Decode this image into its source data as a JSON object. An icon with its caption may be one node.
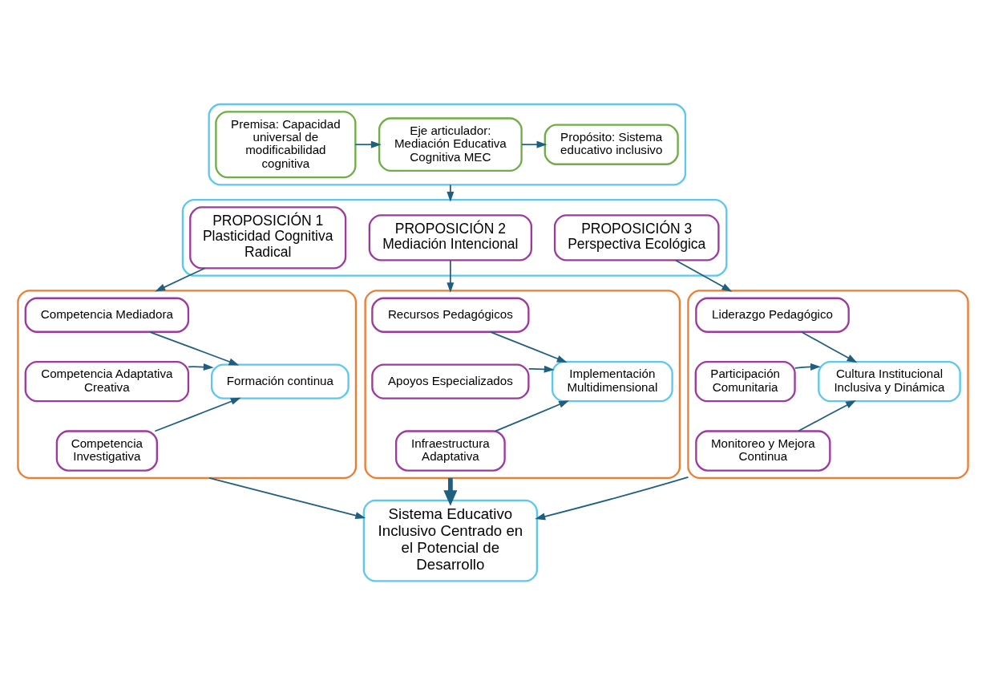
{
  "diagram": {
    "nodes": [
      {
        "text": [],
        "shape": "box"
      },
      {
        "text": [
          "Premisa: Capacidad universal de modificabilidad cognitiva"
        ],
        "in": 0
      },
      {
        "text": [
          "Eje articulador: Mediación Educativa Cognitiva MEC"
        ],
        "in": 0
      },
      {
        "text": [
          "Propósito: Sistema educativo inclusivo"
        ],
        "in": 0
      },
      {
        "text": [],
        "shape": "box"
      },
      {
        "text": [
          "PROPOSICIÓN 1",
          "Plasticidad Cognitiva Radical"
        ],
        "in": 4
      },
      {
        "text": [
          "PROPOSICIÓN 2",
          "Mediación Intencional"
        ],
        "in": 4
      },
      {
        "text": [
          "PROPOSICIÓN 3",
          "Perspectiva Ecológica"
        ],
        "in": 4
      },
      {
        "text": [],
        "shape": "box"
      },
      {
        "text": [
          "Competencia Mediadora"
        ],
        "in": 8
      },
      {
        "text": [
          "Competencia Adaptativa Creativa"
        ],
        "in": 8
      },
      {
        "text": [
          "Competencia Investigativa"
        ],
        "in": 8
      },
      {
        "text": [
          "Formación continua"
        ],
        "in": 8
      },
      {
        "text": [],
        "shape": "box"
      },
      {
        "text": [
          "Recursos Pedagógicos"
        ],
        "in": 13
      },
      {
        "text": [
          "Apoyos Especializados"
        ],
        "in": 13
      },
      {
        "text": [
          "Infraestructura Adaptativa"
        ],
        "in": 13
      },
      {
        "text": [
          "Implementación Multidimensional"
        ],
        "in": 13
      },
      {
        "text": [],
        "shape": "box"
      },
      {
        "text": [
          "Liderazgo Pedagógico"
        ],
        "in": 18
      },
      {
        "text": [
          "Participación Comunitaria"
        ],
        "in": 18
      },
      {
        "text": [
          "Monitoreo y Mejora Continua"
        ],
        "in": 18
      },
      {
        "text": [
          "Cultura Institucional Inclusiva y Dinámica"
        ],
        "in": 18
      },
      {
        "text": [
          "Sistema Educativo Inclusivo Centrado en el Potencial de Desarrollo"
        ]
      }
    ],
    "edges": [
      {
        "from": 1,
        "to": 2,
        "arrow": "to"
      },
      {
        "from": 2,
        "to": 3,
        "arrow": "to"
      },
      {
        "from": 0,
        "to": 4,
        "arrow": "to"
      },
      {
        "from": 5,
        "to": 8,
        "arrow": "to"
      },
      {
        "from": 6,
        "to": 13,
        "arrow": "to"
      },
      {
        "from": 7,
        "to": 18,
        "arrow": "to"
      },
      {
        "from": 9,
        "to": 12,
        "arrow": "to"
      },
      {
        "from": 10,
        "to": 12,
        "arrow": "to"
      },
      {
        "from": 11,
        "to": 12,
        "arrow": "to"
      },
      {
        "from": 14,
        "to": 17,
        "arrow": "to"
      },
      {
        "from": 15,
        "to": 17,
        "arrow": "to"
      },
      {
        "from": 16,
        "to": 17,
        "arrow": "to"
      },
      {
        "from": 19,
        "to": 22,
        "arrow": "to"
      },
      {
        "from": 20,
        "to": 22,
        "arrow": "to"
      },
      {
        "from": 21,
        "to": 22,
        "arrow": "to"
      },
      {
        "from": 8,
        "to": 23,
        "arrow": "to"
      },
      {
        "from": 13,
        "to": 23,
        "arrow": "to",
        "style": "thick"
      },
      {
        "from": 18,
        "to": 23,
        "arrow": "to"
      }
    ]
  }
}
